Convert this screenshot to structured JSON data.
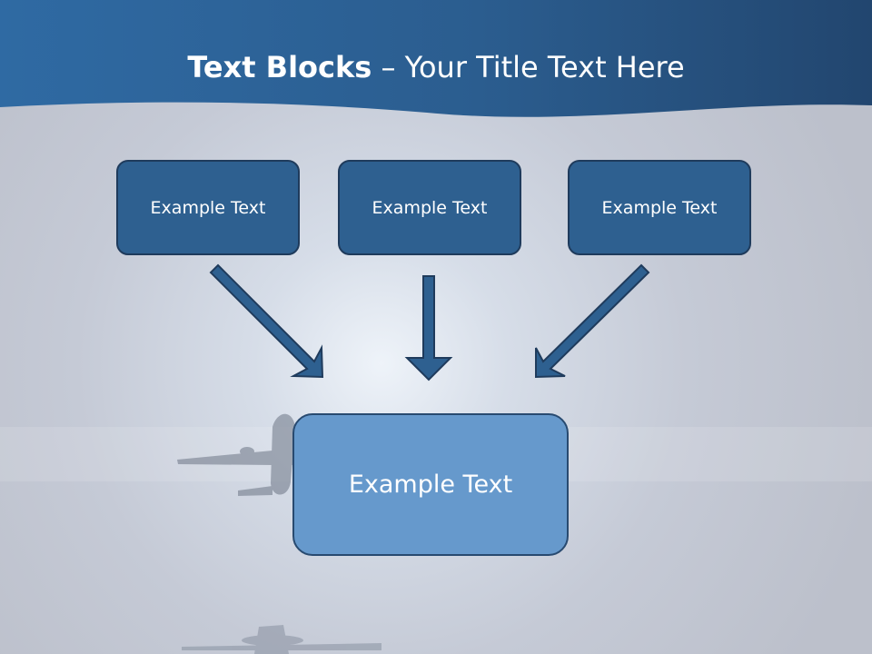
{
  "slide": {
    "title_bold": "Text Blocks",
    "title_dash": " – ",
    "title_rest": "Your Title Text Here"
  },
  "blocks": [
    {
      "label": "Example Text"
    },
    {
      "label": "Example Text"
    },
    {
      "label": "Example Text"
    }
  ],
  "center_block": {
    "label": "Example Text"
  },
  "colors": {
    "header_blue": "#2e6090",
    "box_dark": "#2e6090",
    "box_light": "#6699cc",
    "border_dark": "#1f3b5c"
  }
}
